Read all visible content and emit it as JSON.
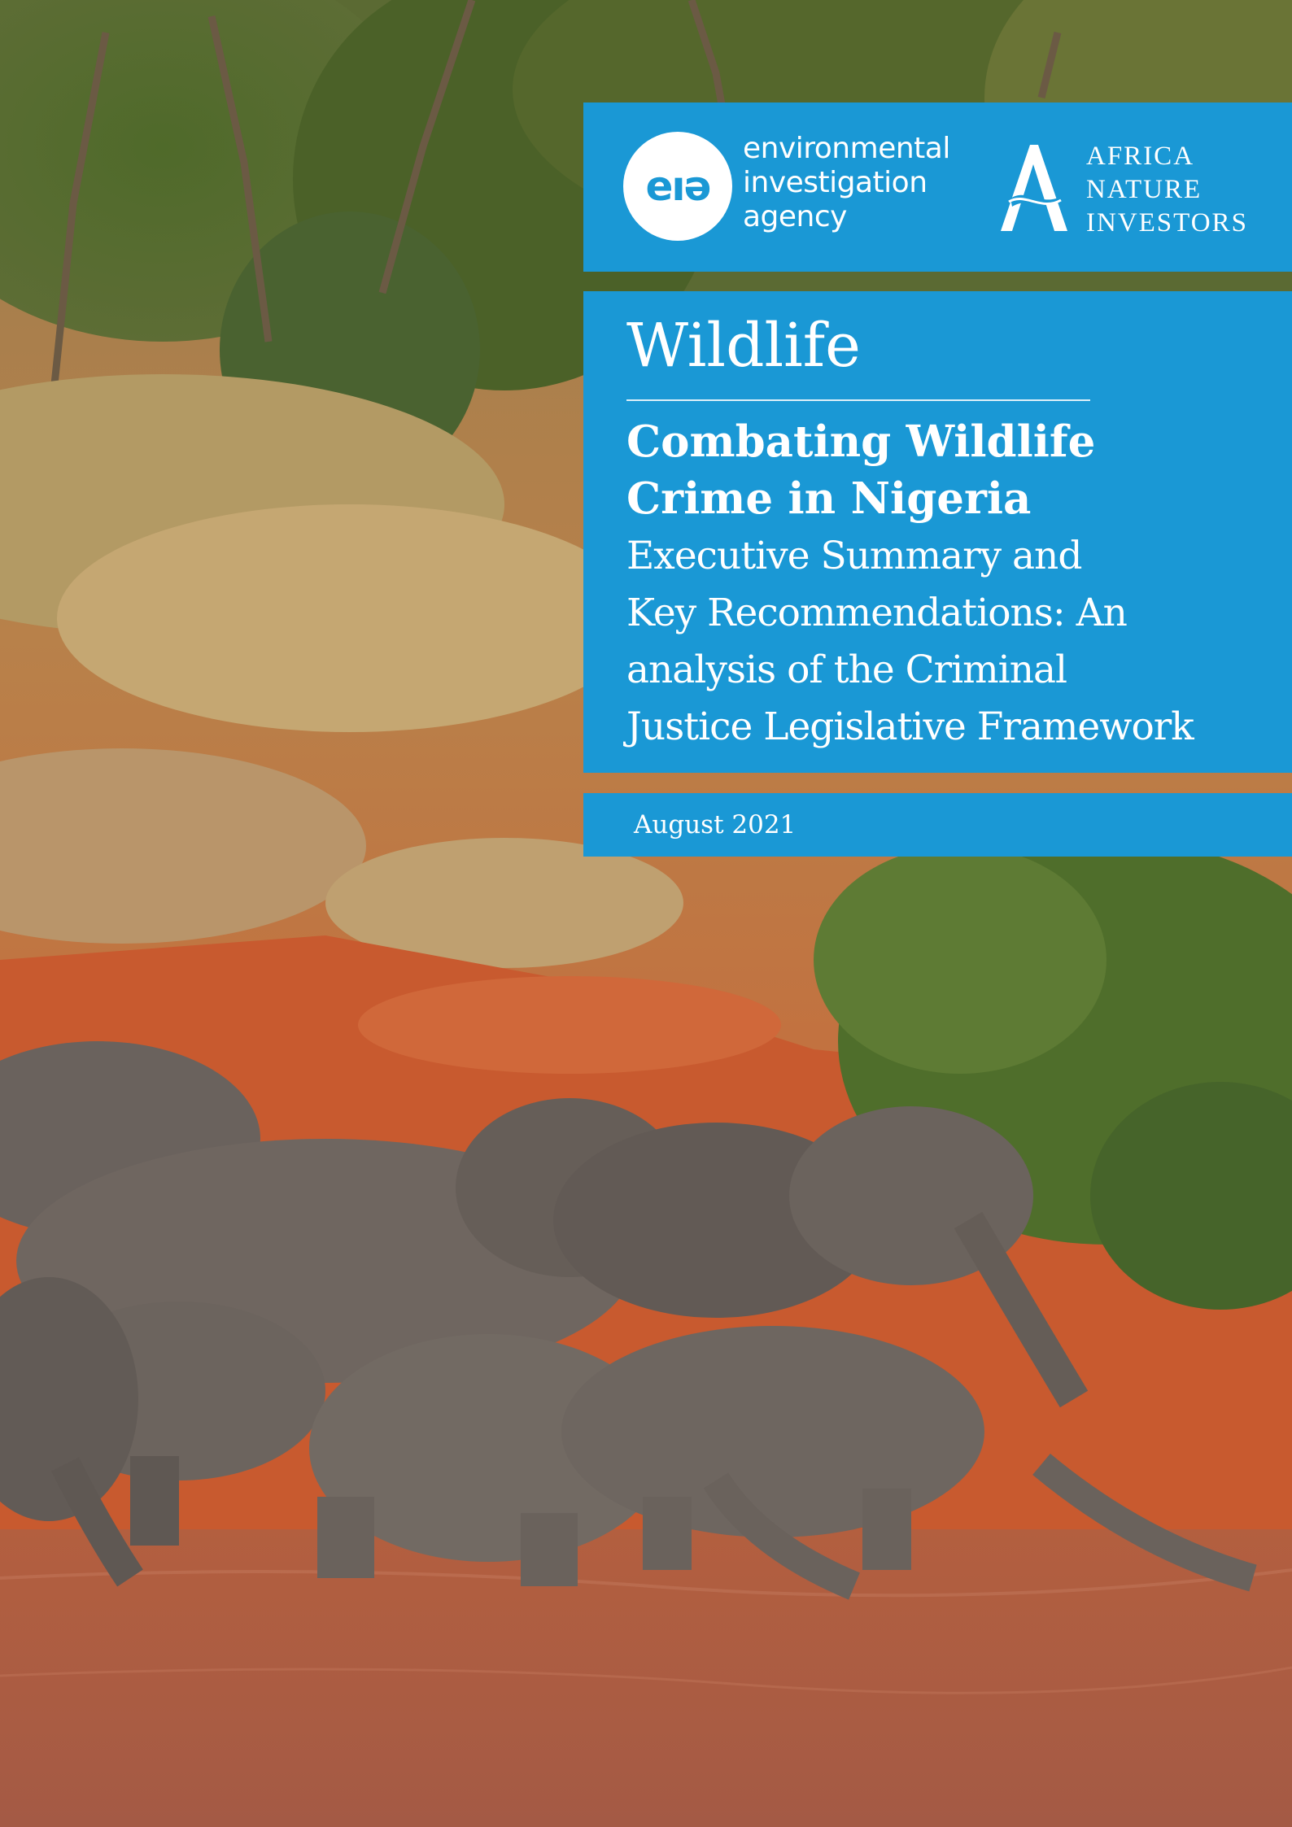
{
  "eia_logo": {
    "mark_text": "eıə",
    "wordmark_lines": [
      "environmental",
      "investigation",
      "agency"
    ]
  },
  "ani_logo": {
    "wordmark_lines": [
      "AFRICA",
      "NATURE",
      "INVESTORS"
    ]
  },
  "section": "Wildlife",
  "title_lines": [
    "Combating Wildlife",
    "Crime in Nigeria"
  ],
  "subtitle_lines": [
    "Executive Summary and",
    "Key Recommendations: An",
    "analysis of the Criminal",
    "Justice Legislative Framework"
  ],
  "date": "August 2021",
  "colors": {
    "panel_blue": "#1a98d5",
    "text": "#ffffff"
  }
}
